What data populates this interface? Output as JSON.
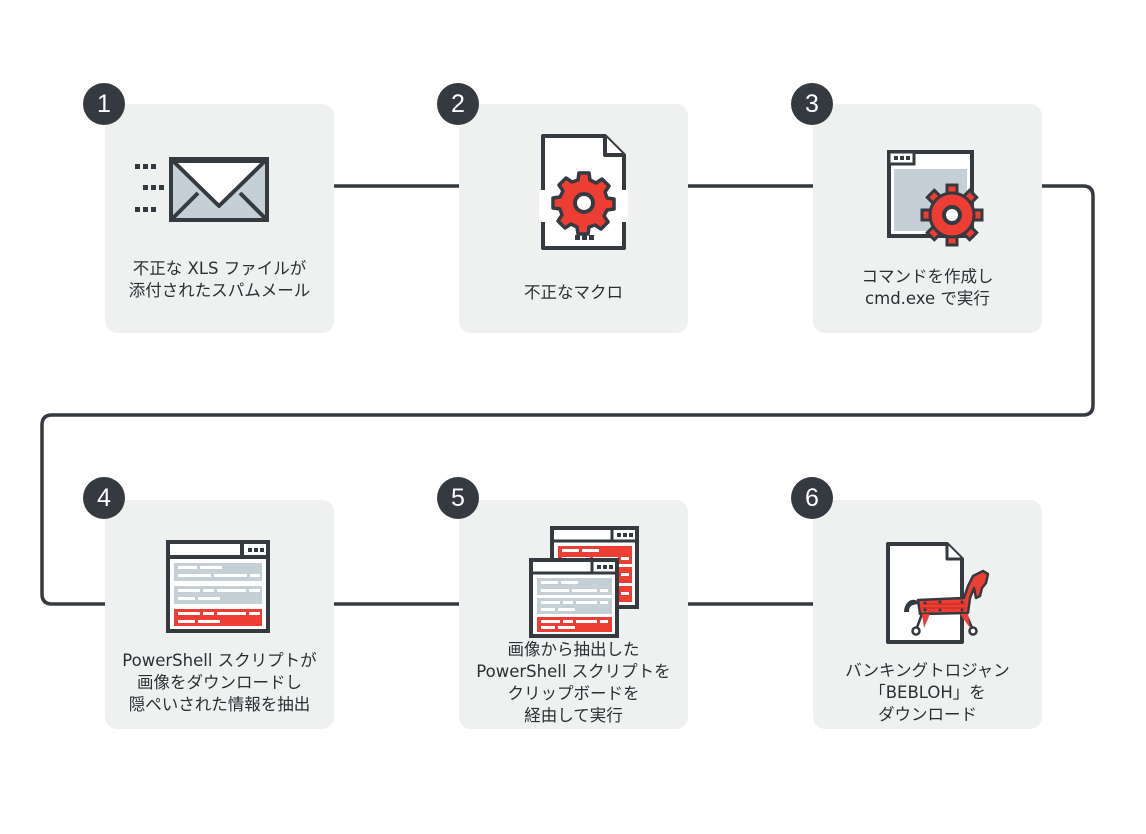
{
  "title": "BEBLOH infection flow",
  "colors": {
    "card_bg": "#eff1f1",
    "badge_bg": "#343a40",
    "line": "#343a40",
    "accent_red": "#ee3e33",
    "light_blue_gray": "#c5d0d6",
    "text": "#2b2f33"
  },
  "steps": [
    {
      "number": "1",
      "icon": "email-envelope-icon",
      "lines": [
        "不正な XLS ファイルが",
        "添付されたスパムメール"
      ]
    },
    {
      "number": "2",
      "icon": "macro-document-gear-icon",
      "lines": [
        "不正なマクロ"
      ]
    },
    {
      "number": "3",
      "icon": "command-window-gear-icon",
      "lines": [
        "コマンドを作成し",
        "cmd.exe で実行"
      ]
    },
    {
      "number": "4",
      "icon": "powershell-script-window-icon",
      "lines": [
        "PowerShell スクリプトが",
        "画像をダウンロードし",
        "隠ぺいされた情報を抽出"
      ]
    },
    {
      "number": "5",
      "icon": "clipboard-scripts-windows-icon",
      "lines": [
        "画像から抽出した",
        "PowerShell スクリプトを",
        "クリップボードを",
        "経由して実行"
      ]
    },
    {
      "number": "6",
      "icon": "trojan-horse-document-icon",
      "lines": [
        "バンキングトロジャン",
        "「BEBLOH」を",
        "ダウンロード"
      ]
    }
  ],
  "flow": [
    "1→2",
    "2→3",
    "3→4",
    "4→5",
    "5→6"
  ]
}
